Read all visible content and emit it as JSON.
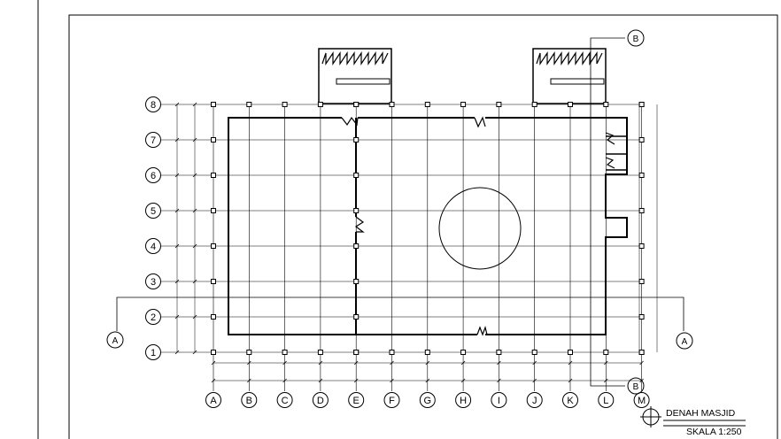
{
  "drawing": {
    "title": "DENAH MASJID",
    "scale": "SKALA 1:250"
  },
  "grid": {
    "rows": [
      "1",
      "2",
      "3",
      "4",
      "5",
      "6",
      "7",
      "8"
    ],
    "cols": [
      "A",
      "B",
      "C",
      "D",
      "E",
      "F",
      "G",
      "H",
      "I",
      "J",
      "K",
      "L",
      "M"
    ]
  },
  "sections": {
    "a_left": "A",
    "a_right": "A",
    "b_top": "B",
    "b_bottom": "B"
  }
}
